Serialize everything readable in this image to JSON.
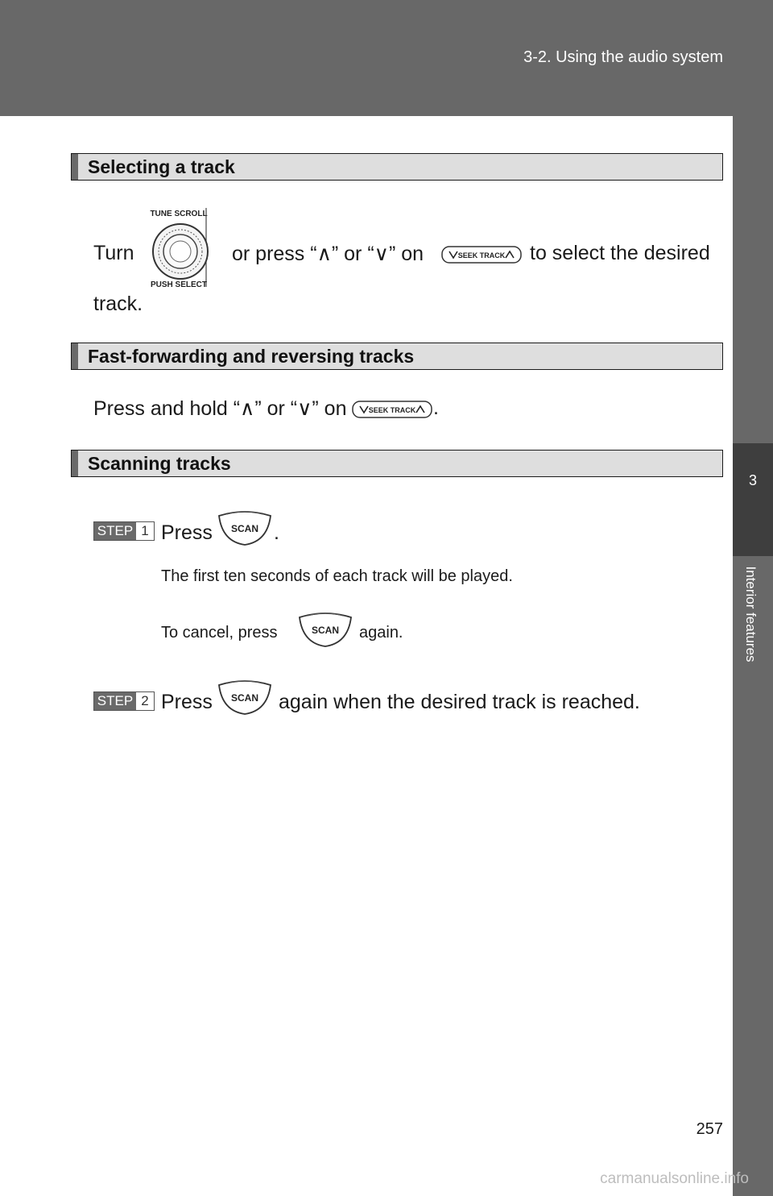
{
  "header": {
    "title": "3-2. Using the audio system"
  },
  "side_tab": {
    "number": "3",
    "label": "Interior features"
  },
  "sections": {
    "select": {
      "heading": "Selecting a track",
      "text_turn": "Turn",
      "text_or_press": "or press “∧” or “∨” on",
      "text_to_select": "to select the desired",
      "text_track": "track."
    },
    "fastfwd": {
      "heading": "Fast-forwarding and reversing tracks",
      "text_press_hold": "Press and hold “∧” or “∨” on",
      "text_period": "."
    },
    "scan": {
      "heading": "Scanning tracks",
      "step1": {
        "badge": "STEP",
        "num": "1",
        "text": "Press",
        "after": "."
      },
      "note1": "The first ten seconds of each track will be played.",
      "note2_before": "To cancel, press",
      "note2_after": "again.",
      "step2": {
        "badge": "STEP",
        "num": "2",
        "text": "Press",
        "after": "again when the desired track is reached."
      }
    }
  },
  "icons": {
    "tune_knob": {
      "top_label": "TUNE SCROLL",
      "bottom_label": "PUSH SELECT"
    },
    "seek_track": {
      "label": "SEEK TRACK"
    },
    "scan_button": {
      "label": "SCAN"
    }
  },
  "footer": {
    "page_number": "257",
    "watermark": "carmanualsonline.info"
  }
}
